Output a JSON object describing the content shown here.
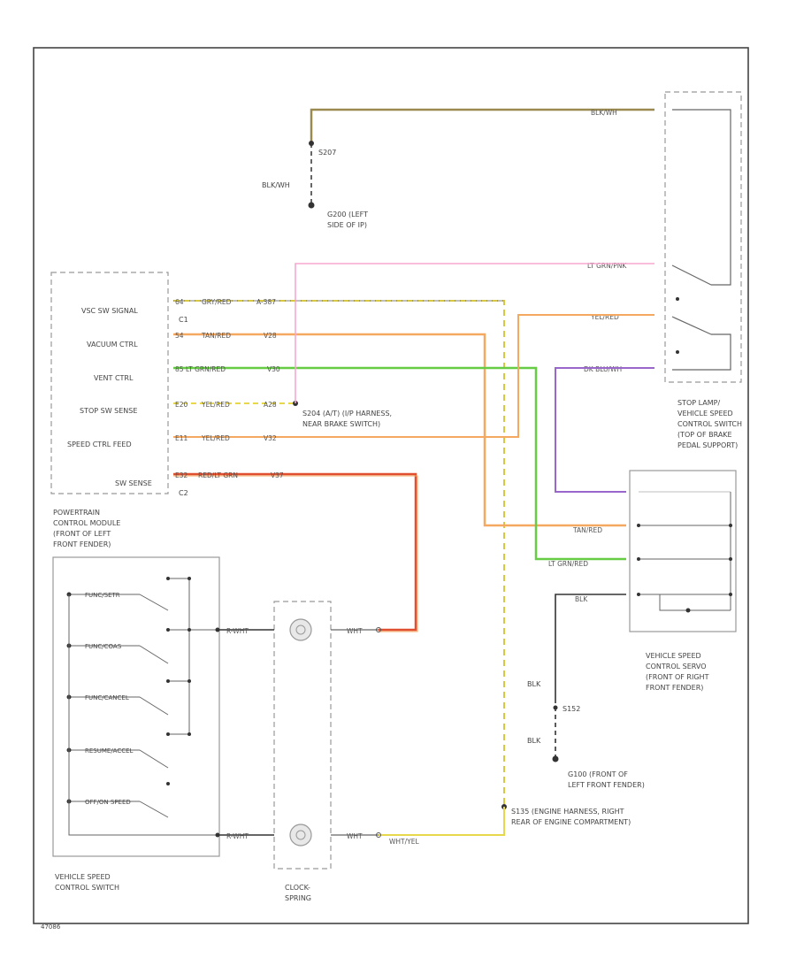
{
  "colors": {
    "frame": "#444444",
    "dashed_box": "#999999",
    "wire_tan": "#9a8a50",
    "wire_pink": "#f5a8d0",
    "wire_orange": "#f5a860",
    "wire_green": "#66cc44",
    "wire_violet": "#9966cc",
    "wire_yellow": "#e6d84a",
    "wire_red": "#e05030",
    "wire_black": "#333333"
  },
  "labels": {
    "s207": "S207",
    "blkwh": "BLK/WH",
    "g200": "G200 (LEFT",
    "g200_2": "SIDE OF IP)",
    "blkwh_top": "BLK/WH",
    "ltgrn": "LT GRN/PNK",
    "pnk_ltgn": "YEL/RED",
    "dkbluwh": "DK BLU/WH",
    "stop_lamp": "STOP LAMP/",
    "stop_lamp_2": "VEHICLE SPEED",
    "stop_lamp_3": "CONTROL SWITCH",
    "stop_lamp_4": "(TOP OF BRAKE",
    "stop_lamp_5": "PEDAL SUPPORT)",
    "c1": "C1",
    "c2": "C2",
    "pcm_1": "POWERTRAIN",
    "pcm_2": "CONTROL MODULE",
    "pcm_3": "(FRONT OF LEFT",
    "pcm_4": "FRONT FENDER)",
    "pin_vsc_sig": "VSC SW SIGNAL",
    "pin_vacuum": "VACUUM CTRL",
    "pin_vent": "VENT CTRL",
    "pin_stop": "STOP SW SENSE",
    "pin_feed": "SPEED CTRL FEED",
    "pin_sw_sense": "SW SENSE",
    "w1_a": "64",
    "w1_b": "GRY/RED",
    "w1_c": "A-387",
    "w2_a": "54",
    "w2_b": "TAN/RED",
    "w2_c": "V28",
    "w3_a": "85",
    "w3_b": "LT GRN/RED",
    "w3_c": "V30",
    "w4_a": "E20",
    "w4_b": "YEL/RED",
    "w4_c": "A28",
    "w5_a": "E11",
    "w5_b": "YEL/RED",
    "w5_c": "V32",
    "w6_a": "E32",
    "w6_b": "RED/LT GRN",
    "w6_c": "V37",
    "s204_1": "S204 (A/T)   (I/P HARNESS,",
    "s204_2": "NEAR BRAKE SWITCH)",
    "servo_1": "VEHICLE SPEED",
    "servo_2": "CONTROL SERVO",
    "servo_3": "(FRONT OF RIGHT",
    "servo_4": "FRONT FENDER)",
    "tanred_r": "TAN/RED",
    "ltgrn_r": "LT GRN/RED",
    "blk_r": "BLK",
    "blk1": "BLK",
    "s152": "S152",
    "blk2": "BLK",
    "g100_1": "G100 (FRONT OF",
    "g100_2": "LEFT FRONT FENDER)",
    "s135_1": "S135 (ENGINE HARNESS, RIGHT",
    "s135_2": "REAR OF ENGINE COMPARTMENT)",
    "sw_1": "FUNC/SETR",
    "sw_2": "FUNC/COAS",
    "sw_3": "FUNC/CANCEL",
    "sw_4": "RESUME/ACCEL",
    "sw_5": "OFF/ON SPEED",
    "vscs_1": "VEHICLE SPEED",
    "vscs_2": "CONTROL SWITCH",
    "clock_1": "CLOCK-",
    "clock_2": "SPRING",
    "wht_left": "R-WHT",
    "wht_mid": "WHT",
    "wht_bot_left": "R-WHT",
    "wht_bot_mid": "WHT",
    "yel_bottom": "WHT/YEL",
    "corner": "47086"
  }
}
